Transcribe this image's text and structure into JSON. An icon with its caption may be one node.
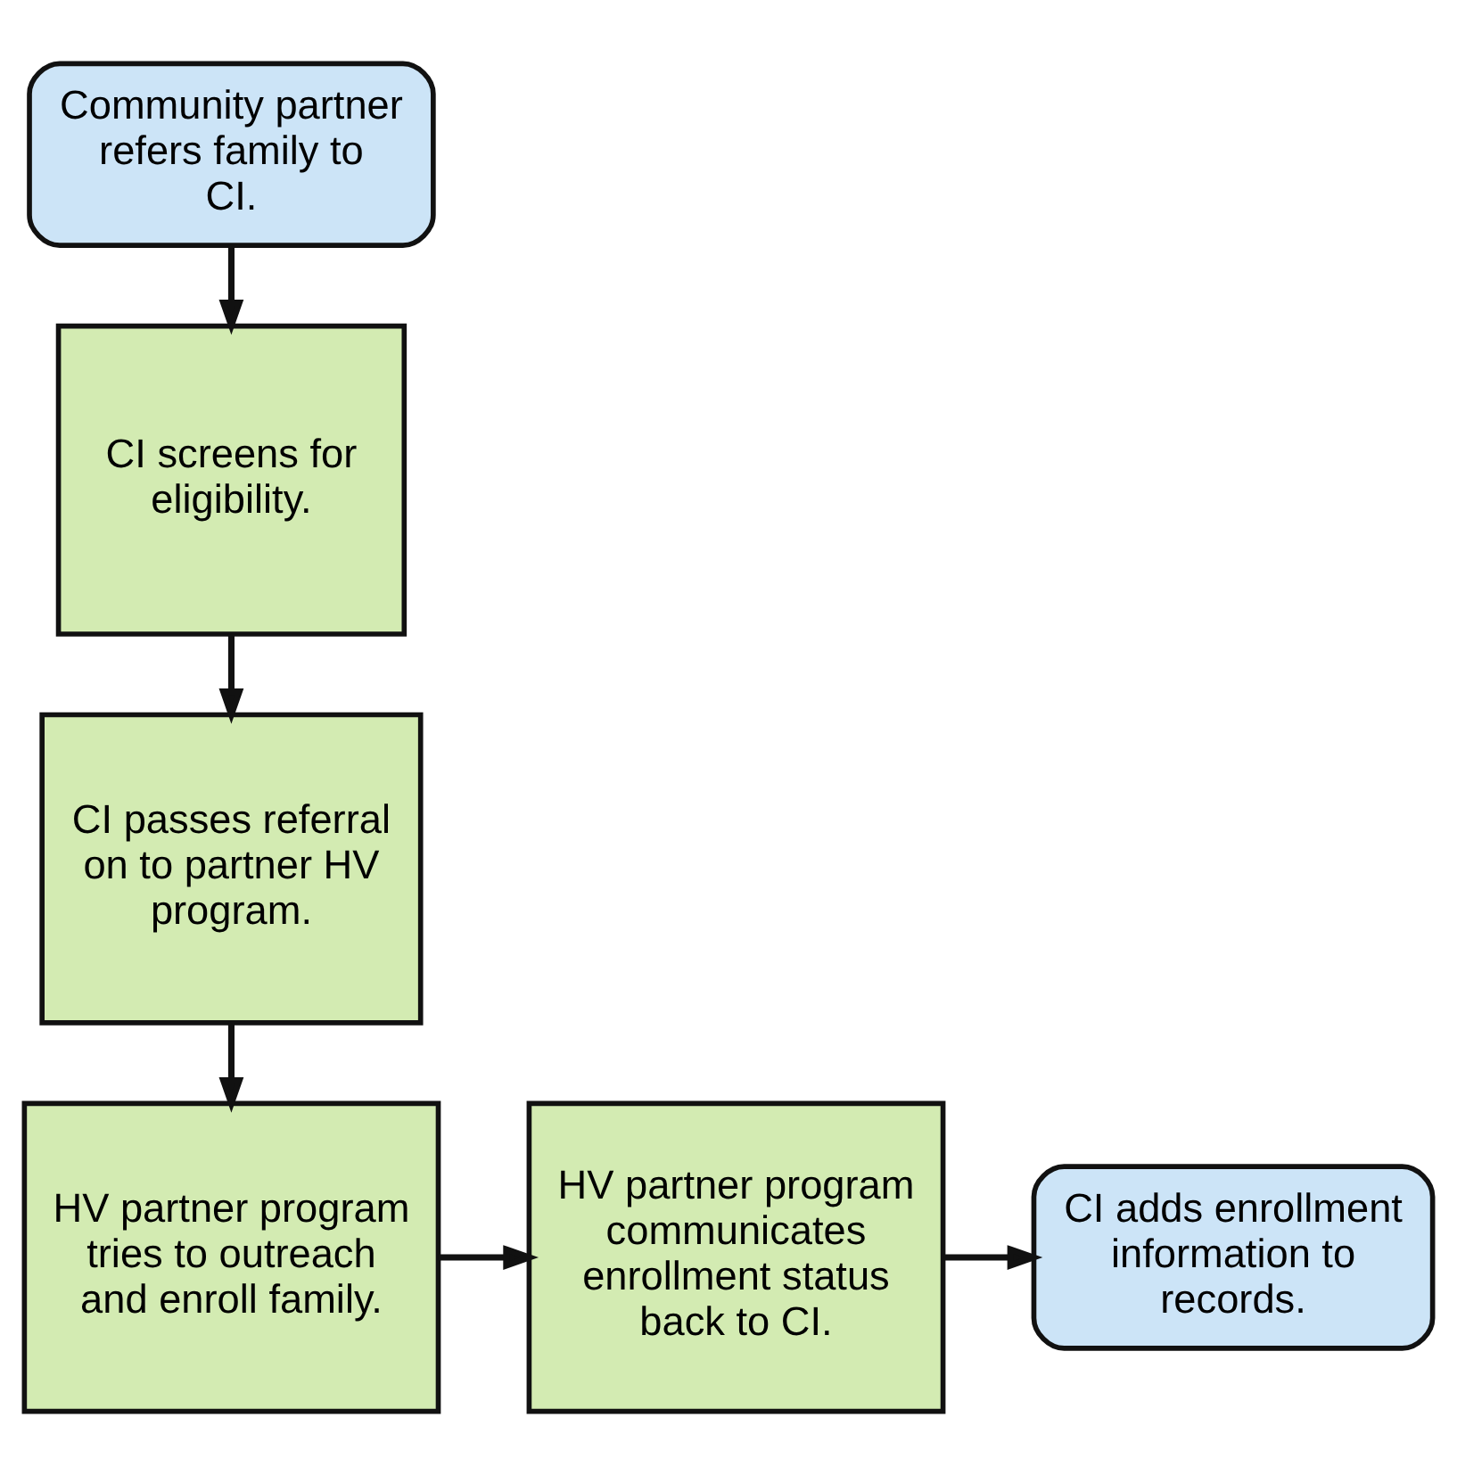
{
  "diagram": {
    "nodes": [
      {
        "text": [
          "Community partner refers family to CI."
        ]
      },
      {
        "text": [
          "CI screens for eligibility."
        ]
      },
      {
        "text": [
          "CI passes referral on to partner HV program."
        ]
      },
      {
        "text": [
          "HV partner program tries to outreach and enroll family."
        ]
      },
      {
        "text": [
          "HV partner program communicates enrollment status back to CI."
        ]
      },
      {
        "text": [
          "CI adds enrollment information to records."
        ]
      }
    ],
    "edges": [
      {
        "from": 0,
        "to": 1,
        "arrow": "to"
      },
      {
        "from": 1,
        "to": 2,
        "arrow": "to"
      },
      {
        "from": 2,
        "to": 3,
        "arrow": "to"
      },
      {
        "from": 3,
        "to": 4,
        "arrow": "to"
      },
      {
        "from": 4,
        "to": 5,
        "arrow": "to"
      }
    ]
  }
}
